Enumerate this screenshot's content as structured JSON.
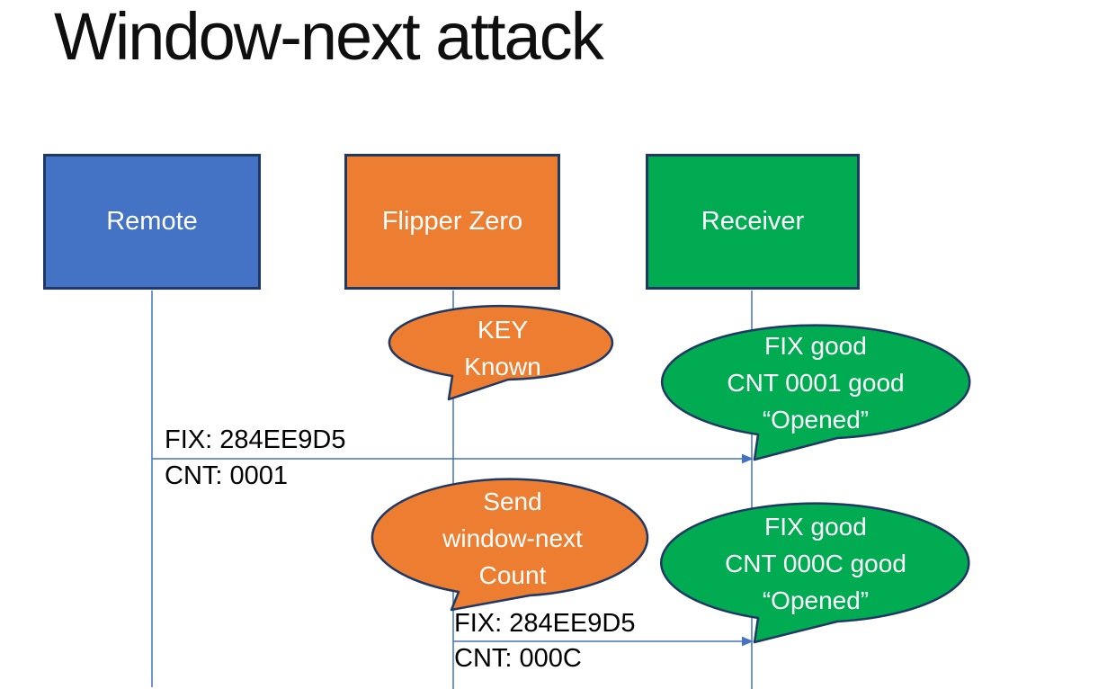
{
  "title": "Window-next attack",
  "actors": [
    {
      "label": "Remote",
      "fill": "#4472C4"
    },
    {
      "label": "Flipper Zero",
      "fill": "#ED7D31"
    },
    {
      "label": "Receiver",
      "fill": "#00AB52"
    }
  ],
  "callouts": [
    {
      "lines": [
        "KEY",
        "Known"
      ],
      "fill": "#ED7D31"
    },
    {
      "lines": [
        "FIX good",
        "CNT 0001 good",
        "“Opened”"
      ],
      "fill": "#00AB52"
    },
    {
      "lines": [
        "Send",
        "window-next",
        "Count"
      ],
      "fill": "#ED7D31"
    },
    {
      "lines": [
        "FIX good",
        "CNT 000C good",
        "“Opened”"
      ],
      "fill": "#00AB52"
    }
  ],
  "messages": [
    {
      "top_label": "FIX: 284EE9D5",
      "bottom_label": "CNT: 0001"
    },
    {
      "top_label": "FIX: 284EE9D5",
      "bottom_label": "CNT: 000C"
    }
  ],
  "colors": {
    "actor_blue": "#4472C4",
    "actor_orange": "#ED7D31",
    "actor_green": "#00AB52",
    "outline_navy": "#1F3864",
    "connector_blue": "#4472C4",
    "title_text": "#0f0f0f",
    "label_text": "#000000",
    "bubble_text": "#ffffff"
  }
}
